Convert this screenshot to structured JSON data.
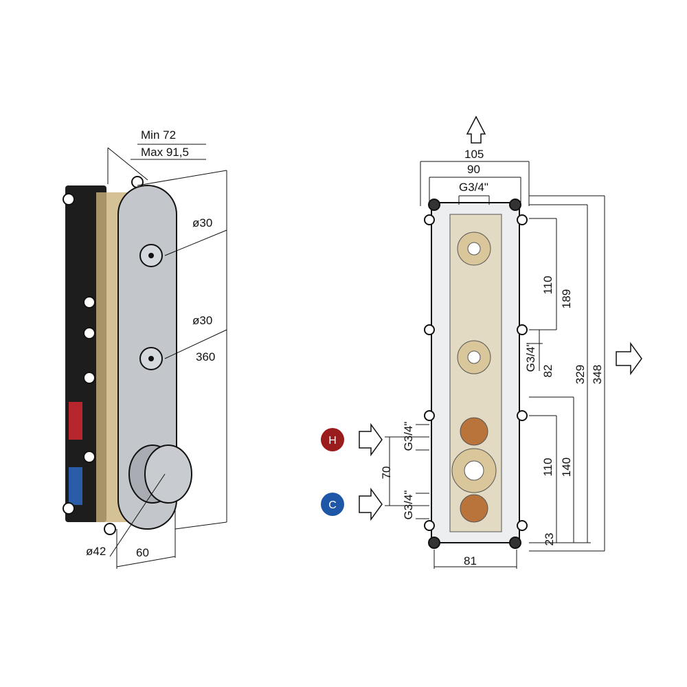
{
  "left_view": {
    "depth_min": "Min 72",
    "depth_max": "Max 91,5",
    "button_top_diameter": "ø30",
    "button_bottom_diameter": "ø30",
    "height": "360",
    "knob_diameter": "ø42",
    "width": "60"
  },
  "right_view": {
    "outer_width": "105",
    "inner_width": "90",
    "top_connection": "G3/4\"",
    "dim_110_top": "110",
    "dim_189": "189",
    "dim_329": "329",
    "dim_348": "348",
    "side_connection": "G3/4\"",
    "dim_82": "82",
    "dim_110_bottom": "110",
    "dim_140": "140",
    "dim_23": "23",
    "bottom_width": "81",
    "inlet_spacing": "70",
    "hot_connection": "G3/4\"",
    "cold_connection": "G3/4\"",
    "hot_label": "H",
    "cold_label": "C",
    "colors": {
      "hot": "#9b1c1c",
      "cold": "#1f57a8"
    }
  }
}
